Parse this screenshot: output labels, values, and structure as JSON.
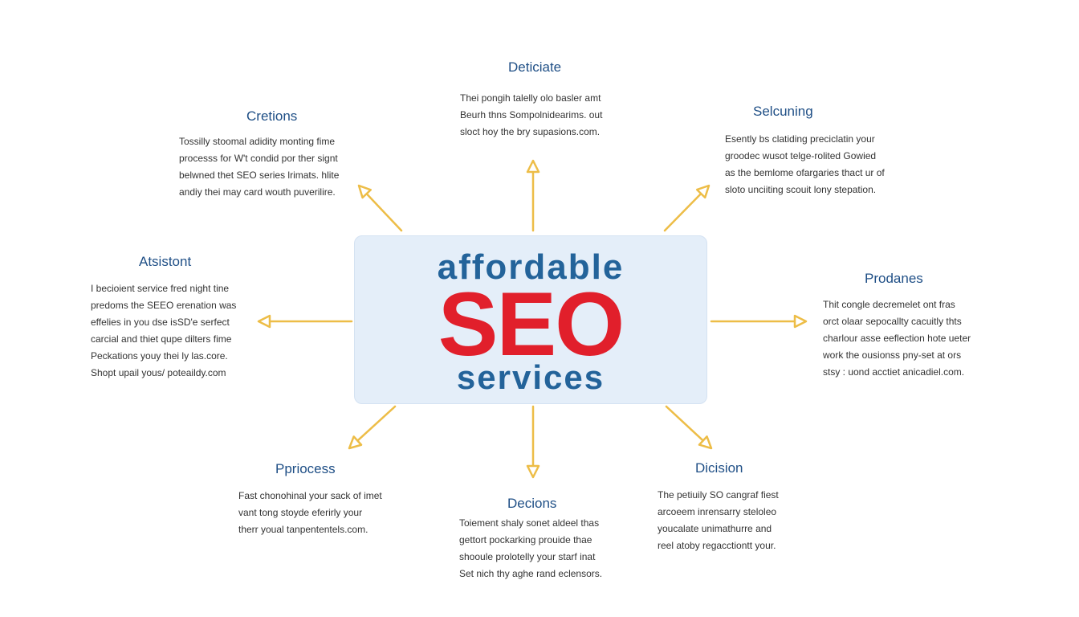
{
  "colors": {
    "arrow": "#edbd47",
    "title": "#1f4f86",
    "center_top": "#23639a",
    "center_accent": "#e11f2b",
    "center_bg": "#e4eef9",
    "body_text": "#333333"
  },
  "center": {
    "line1": "affordable",
    "line2": "SEO",
    "line3": "services"
  },
  "nodes": [
    {
      "id": "top",
      "title": "Deticiate",
      "text": "Thei pongih talelly olo basler amt\nBeurh thns Sompolnidearims. out\nsloct hoy the bry supasions.com."
    },
    {
      "id": "top-left",
      "title": "Cretions",
      "text": "Tossilly stoomal adidity monting fime\nprocesss for W't condid por ther signt\nbelwned thet SEO series lrimats. hlite\nandiy thei may card wouth puverilire."
    },
    {
      "id": "top-right",
      "title": "Selcuning",
      "text": "Esently bs clatiding preciclatin your\ngroodec wusot telge-rolited Gowied\nas the bemlome ofargaries thact ur of\nsloto unciiting scouit lony stepation."
    },
    {
      "id": "left",
      "title": "Atsistont",
      "text": "I becioient service fred night tine\npredoms the SEEO erenation was\neffelies in you dse isSD'e serfect\ncarcial and thiet qupe dilters fime\nPeckations youy thei ly las.core.\nShopt upail yous/ poteaildy.com"
    },
    {
      "id": "right",
      "title": "Prodanes",
      "text": "Thit congle decremelet ont fras\norct olaar sepocallty cacuitly thts\ncharlour asse eeflection hote ueter\nwork the ousionss pny-set at ors\nstsy : uond acctiet anicadiel.com."
    },
    {
      "id": "bottom-left",
      "title": "Ppriocess",
      "text": "Fast chonohinal your sack of imet\nvant tong stoyde eferirly your\ntherr youal tanpententels.com."
    },
    {
      "id": "bottom",
      "title": "Decions",
      "text": "Toiement shaly sonet aldeel thas\ngettort pockarking prouide thae\nshooule prolotelly your starf inat\nSet nich thy aghe rand eclensors."
    },
    {
      "id": "bottom-right",
      "title": "Dicision",
      "text": "The petiuily SO cangraf fiest\narcoeem inrensarry steloleo\nyoucalate unimathurre and\nreel atoby regacctiontt your."
    }
  ]
}
